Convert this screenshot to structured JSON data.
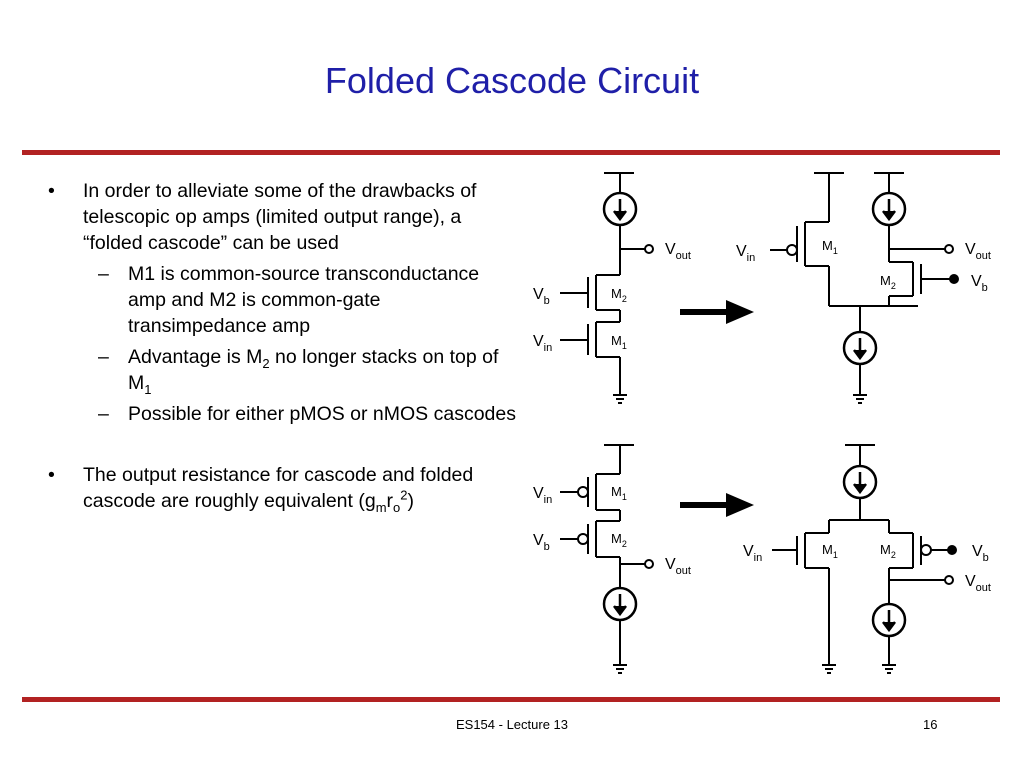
{
  "title": "Folded Cascode Circuit",
  "colors": {
    "title": "#1f1fa8",
    "rule": "#b22222"
  },
  "bullets": {
    "main1": "In order to alleviate some of the drawbacks of telescopic op amps (limited output range), a “folded cascode” can be used",
    "sub1": "M1 is common-source transconductance amp and M2 is common-gate transimpedance amp",
    "sub2_a": "Advantage is M",
    "sub2_sub": "2",
    "sub2_b": " no longer stacks on top of M",
    "sub2_sub2": "1",
    "sub3": "Possible for either pMOS or nMOS cascodes",
    "main2_a": "The output resistance for cascode and folded cascode are roughly equivalent (g",
    "main2_m": "m",
    "main2_r": "r",
    "main2_o": "o",
    "main2_sq": "2",
    "main2_close": ")",
    "bullet_mark": "•",
    "dash_mark": "–"
  },
  "labels": {
    "V": "V",
    "M": "M",
    "out": "out",
    "in": "in",
    "b": "b",
    "n1": "1",
    "n2": "2"
  },
  "footer": {
    "text": "ES154 - Lecture 13",
    "page": "16"
  }
}
